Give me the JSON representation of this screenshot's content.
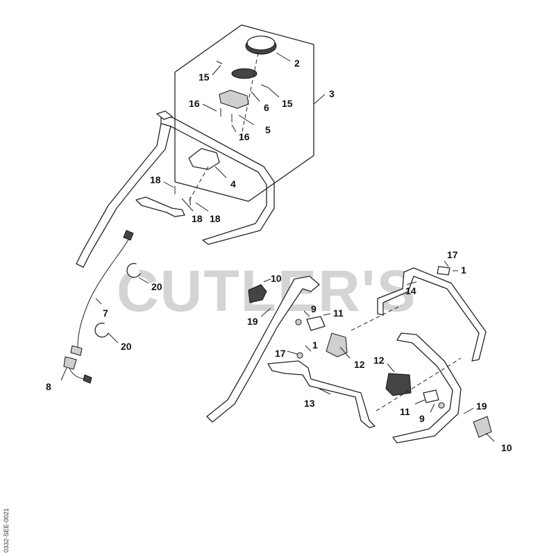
{
  "watermark": "CUTLER'S",
  "document_id": "0332-SEE-0021",
  "callouts": {
    "c2": "2",
    "c15a": "15",
    "c15b": "15",
    "c3": "3",
    "c16a": "16",
    "c6": "6",
    "c5": "5",
    "c16b": "16",
    "c18a": "18",
    "c4": "4",
    "c18b": "18",
    "c18c": "18",
    "c17a": "17",
    "c1a": "1",
    "c10a": "10",
    "c14": "14",
    "c20a": "20",
    "c7": "7",
    "c9a": "9",
    "c11a": "11",
    "c19a": "19",
    "c17b": "17",
    "c1b": "1",
    "c20b": "20",
    "c12a": "12",
    "c12b": "12",
    "c8": "8",
    "c13": "13",
    "c11b": "11",
    "c19b": "19",
    "c9b": "9",
    "c10b": "10"
  }
}
